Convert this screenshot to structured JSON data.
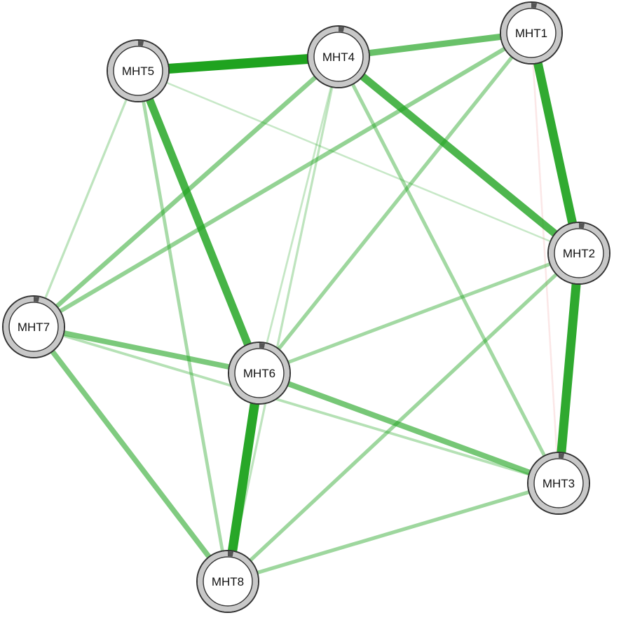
{
  "nodes": [
    {
      "id": "MHT1",
      "label": "MHT1",
      "pie": 0.03
    },
    {
      "id": "MHT2",
      "label": "MHT2",
      "pie": 0.03
    },
    {
      "id": "MHT3",
      "label": "MHT3",
      "pie": 0.03
    },
    {
      "id": "MHT4",
      "label": "MHT4",
      "pie": 0.03
    },
    {
      "id": "MHT5",
      "label": "MHT5",
      "pie": 0.03
    },
    {
      "id": "MHT6",
      "label": "MHT6",
      "pie": 0.03
    },
    {
      "id": "MHT7",
      "label": "MHT7",
      "pie": 0.03
    },
    {
      "id": "MHT8",
      "label": "MHT8",
      "pie": 0.03
    }
  ],
  "edges": [
    {
      "source": "MHT5",
      "target": "MHT4",
      "weight": 1.0,
      "sign": "positive"
    },
    {
      "source": "MHT2",
      "target": "MHT3",
      "weight": 0.92,
      "sign": "positive"
    },
    {
      "source": "MHT1",
      "target": "MHT2",
      "weight": 0.9,
      "sign": "positive"
    },
    {
      "source": "MHT6",
      "target": "MHT8",
      "weight": 0.95,
      "sign": "positive"
    },
    {
      "source": "MHT5",
      "target": "MHT6",
      "weight": 0.78,
      "sign": "positive"
    },
    {
      "source": "MHT4",
      "target": "MHT2",
      "weight": 0.75,
      "sign": "positive"
    },
    {
      "source": "MHT4",
      "target": "MHT1",
      "weight": 0.6,
      "sign": "positive"
    },
    {
      "source": "MHT6",
      "target": "MHT3",
      "weight": 0.52,
      "sign": "positive"
    },
    {
      "source": "MHT7",
      "target": "MHT6",
      "weight": 0.5,
      "sign": "positive"
    },
    {
      "source": "MHT7",
      "target": "MHT8",
      "weight": 0.48,
      "sign": "positive"
    },
    {
      "source": "MHT4",
      "target": "MHT7",
      "weight": 0.4,
      "sign": "positive"
    },
    {
      "source": "MHT1",
      "target": "MHT7",
      "weight": 0.36,
      "sign": "positive"
    },
    {
      "source": "MHT1",
      "target": "MHT6",
      "weight": 0.3,
      "sign": "positive"
    },
    {
      "source": "MHT2",
      "target": "MHT8",
      "weight": 0.3,
      "sign": "positive"
    },
    {
      "source": "MHT3",
      "target": "MHT8",
      "weight": 0.3,
      "sign": "positive"
    },
    {
      "source": "MHT4",
      "target": "MHT3",
      "weight": 0.28,
      "sign": "positive"
    },
    {
      "source": "MHT2",
      "target": "MHT6",
      "weight": 0.28,
      "sign": "positive"
    },
    {
      "source": "MHT5",
      "target": "MHT8",
      "weight": 0.26,
      "sign": "positive"
    },
    {
      "source": "MHT7",
      "target": "MHT3",
      "weight": 0.18,
      "sign": "positive"
    },
    {
      "source": "MHT5",
      "target": "MHT7",
      "weight": 0.14,
      "sign": "positive"
    },
    {
      "source": "MHT4",
      "target": "MHT8",
      "weight": 0.14,
      "sign": "positive"
    },
    {
      "source": "MHT4",
      "target": "MHT6",
      "weight": 0.1,
      "sign": "positive"
    },
    {
      "source": "MHT5",
      "target": "MHT2",
      "weight": 0.08,
      "sign": "positive"
    },
    {
      "source": "MHT1",
      "target": "MHT3",
      "weight": 0.08,
      "sign": "negative"
    }
  ],
  "colors": {
    "positive": "#1fa31f",
    "negative": "#f0a0a0",
    "node_fill": "#ffffff",
    "node_ring": "#c8c8c8",
    "node_outline": "#333333",
    "pie_segment": "#555555"
  }
}
